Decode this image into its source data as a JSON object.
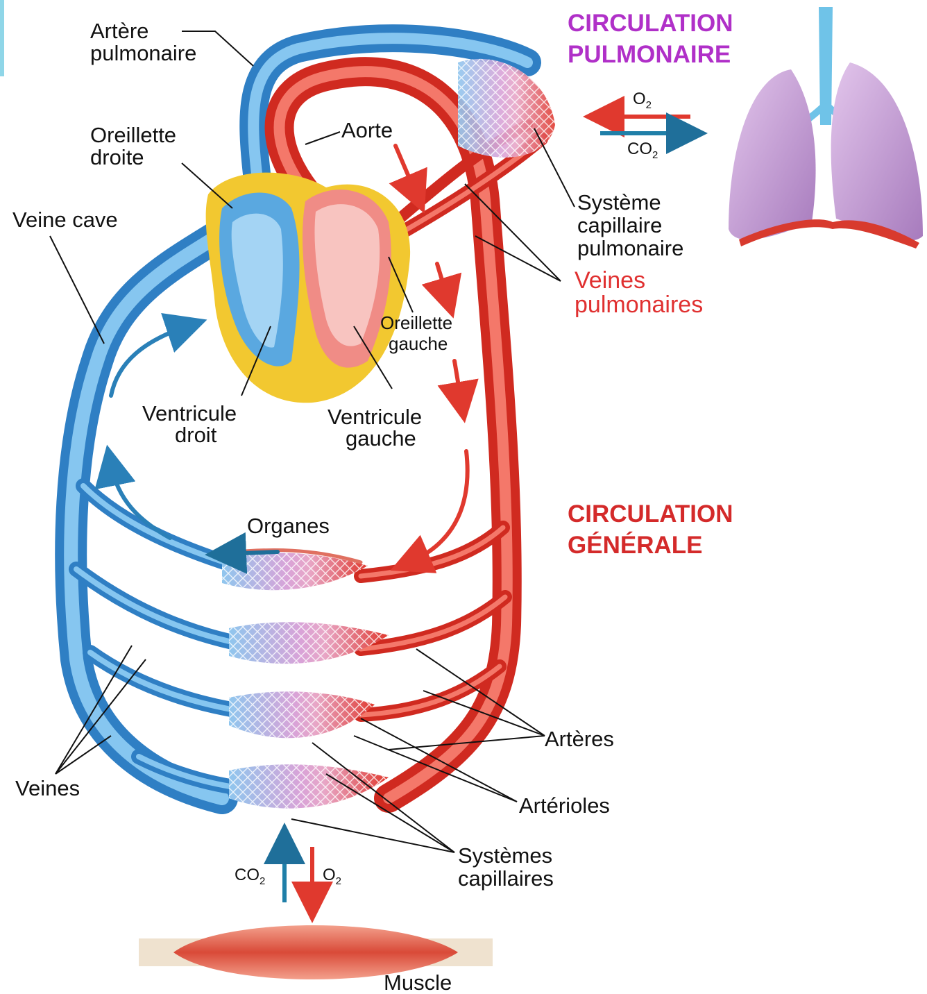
{
  "titles": {
    "pulmonary_line1": "CIRCULATION",
    "pulmonary_line2": "PULMONAIRE",
    "general_line1": "CIRCULATION",
    "general_line2": "GÉNÉRALE"
  },
  "labels": {
    "artere_pulmonaire_1": "Artère",
    "artere_pulmonaire_2": "pulmonaire",
    "oreillette_droite_1": "Oreillette",
    "oreillette_droite_2": "droite",
    "veine_cave": "Veine cave",
    "aorte": "Aorte",
    "systeme_capillaire_pulmonaire_1": "Système",
    "systeme_capillaire_pulmonaire_2": "capillaire",
    "systeme_capillaire_pulmonaire_3": "pulmonaire",
    "veines_pulmonaires_1": "Veines",
    "veines_pulmonaires_2": "pulmonaires",
    "oreillette_gauche_1": "Oreillette",
    "oreillette_gauche_2": "gauche",
    "ventricule_droit_1": "Ventricule",
    "ventricule_droit_2": "droit",
    "ventricule_gauche_1": "Ventricule",
    "ventricule_gauche_2": "gauche",
    "organes": "Organes",
    "arteres": "Artères",
    "arterioles": "Artérioles",
    "veines": "Veines",
    "systemes_capillaires_1": "Systèmes",
    "systemes_capillaires_2": "capillaires",
    "muscle": "Muscle"
  },
  "gas_exchange": {
    "lungs_top": {
      "base": "O",
      "sub": "2"
    },
    "lungs_bottom": {
      "base": "CO",
      "sub": "2"
    },
    "muscle_left": {
      "base": "CO",
      "sub": "2"
    },
    "muscle_right": {
      "base": "O",
      "sub": "2"
    }
  },
  "colors": {
    "venous_blue": "#3a8fd0",
    "arterial_red": "#e0392e",
    "heart_yellow": "#f2c830",
    "lung_purple": "#c79ad6",
    "capillary_pink": "#d9a3d8"
  }
}
